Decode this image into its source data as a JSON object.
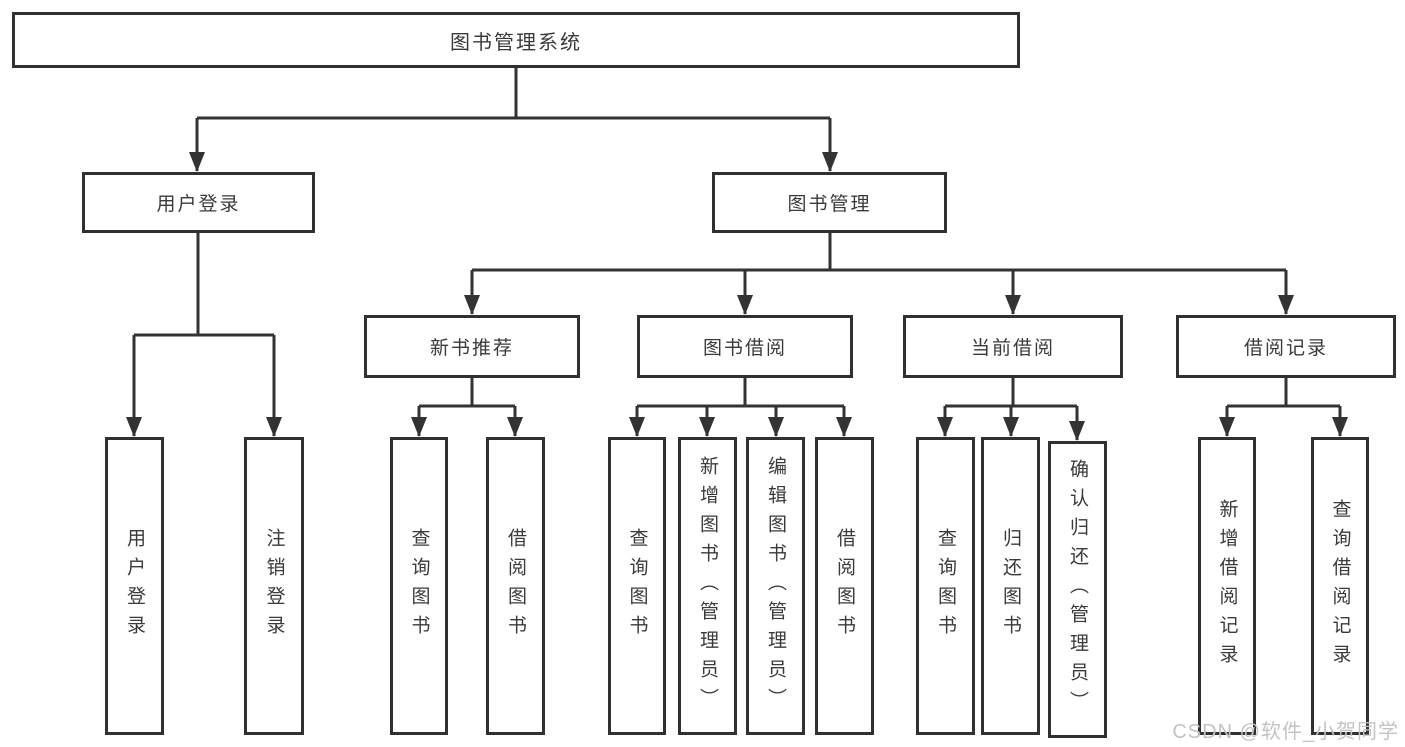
{
  "colors": {
    "line": "#333333",
    "box_border": "#303030",
    "text": "#3a3a3a",
    "watermark": "#c3c3c6",
    "background": "#ffffff"
  },
  "watermark": "CSDN @软件_小贺同学",
  "tree": {
    "label": "图书管理系统",
    "children": [
      {
        "label": "用户登录",
        "children": [
          {
            "label": "用户登录"
          },
          {
            "label": "注销登录"
          }
        ]
      },
      {
        "label": "图书管理",
        "children": [
          {
            "label": "新书推荐",
            "children": [
              {
                "label": "查询图书"
              },
              {
                "label": "借阅图书"
              }
            ]
          },
          {
            "label": "图书借阅",
            "children": [
              {
                "label": "查询图书"
              },
              {
                "label": "新增图书（管理员）"
              },
              {
                "label": "编辑图书（管理员）"
              },
              {
                "label": "借阅图书"
              }
            ]
          },
          {
            "label": "当前借阅",
            "children": [
              {
                "label": "查询图书"
              },
              {
                "label": "归还图书"
              },
              {
                "label": "确认归还（管理员）"
              }
            ]
          },
          {
            "label": "借阅记录",
            "children": [
              {
                "label": "新增借阅记录"
              },
              {
                "label": "查询借阅记录"
              }
            ]
          }
        ]
      }
    ]
  }
}
